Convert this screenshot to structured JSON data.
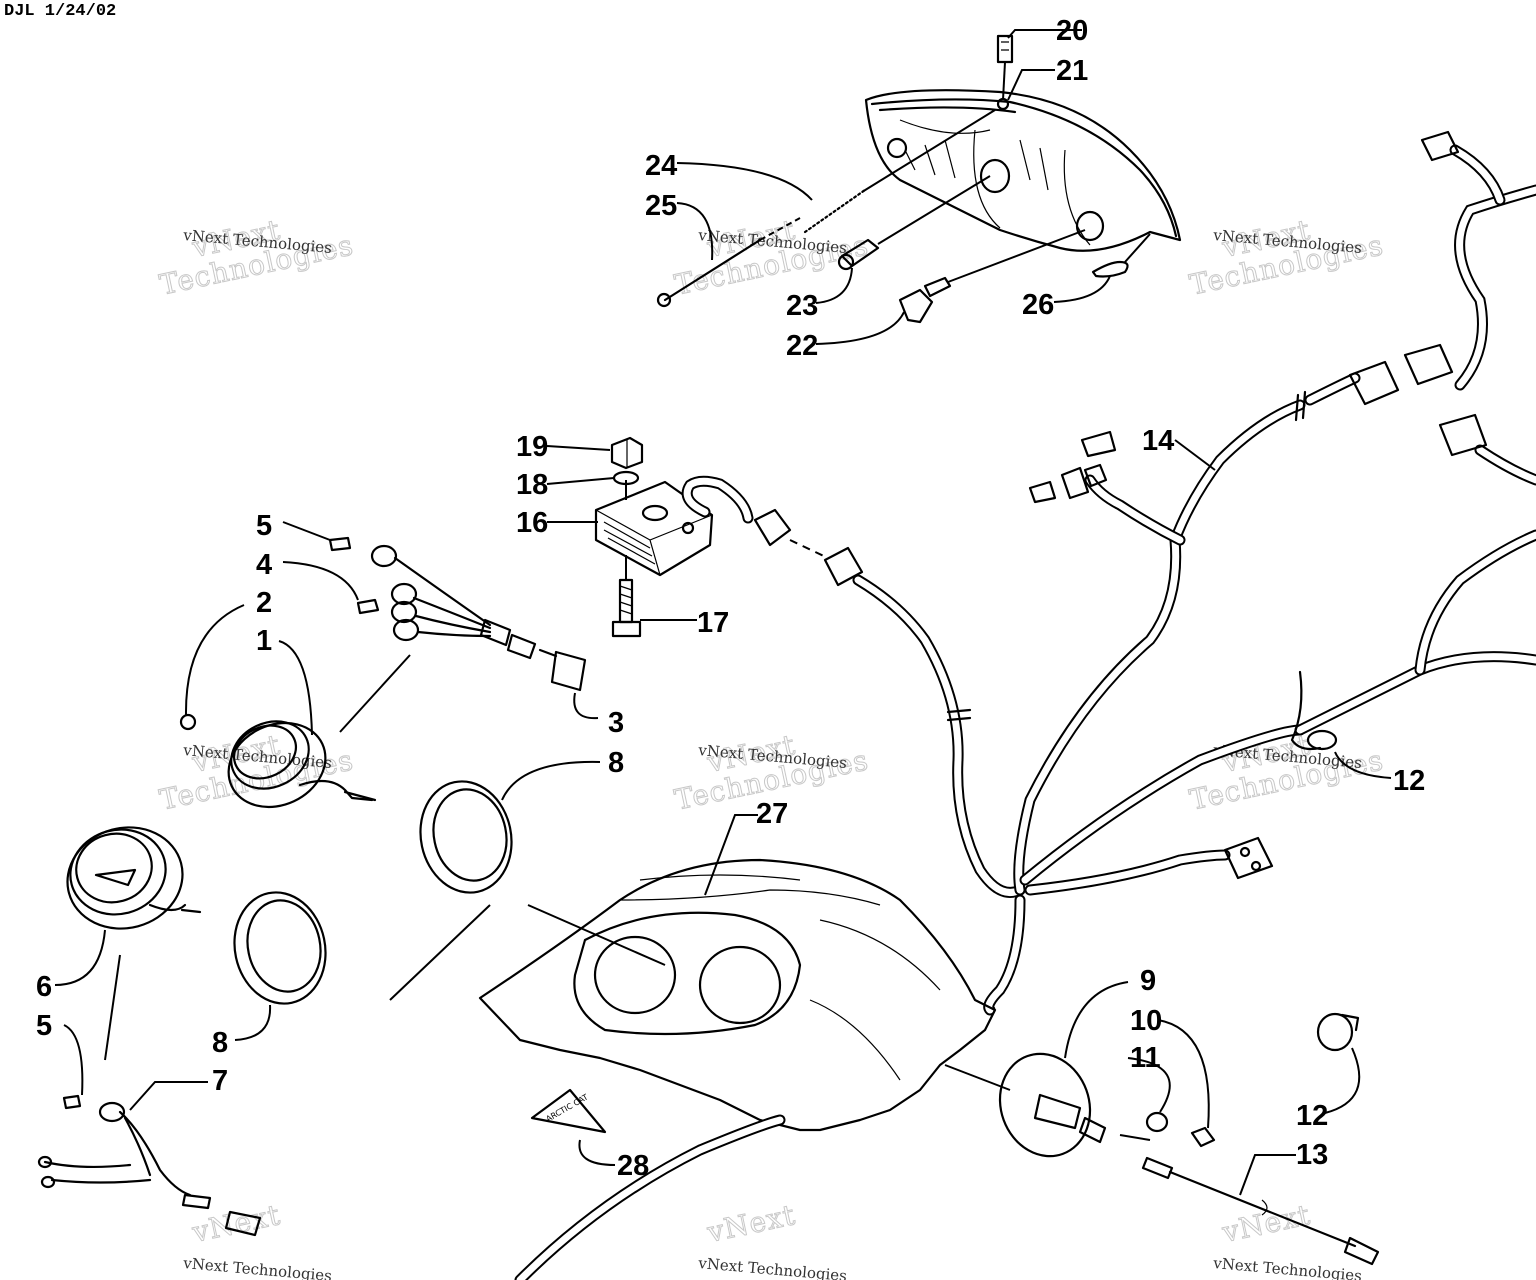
{
  "stamp": "DJL 1/24/02",
  "watermark": {
    "title": "vNext Technologies",
    "lines": [
      "vNext",
      "Technologies"
    ]
  },
  "callouts": {
    "c1": "1",
    "c2": "2",
    "c3": "3",
    "c4": "4",
    "c5a": "5",
    "c5b": "5",
    "c6": "6",
    "c7": "7",
    "c8a": "8",
    "c8b": "8",
    "c9": "9",
    "c10": "10",
    "c11": "11",
    "c12a": "12",
    "c12b": "12",
    "c13": "13",
    "c14": "14",
    "c16": "16",
    "c17": "17",
    "c18": "18",
    "c19": "19",
    "c20": "20",
    "c21": "21",
    "c22": "22",
    "c23": "23",
    "c24": "24",
    "c25": "25",
    "c26": "26",
    "c27": "27",
    "c28": "28"
  },
  "decal": {
    "text": "ARCTIC CAT"
  }
}
